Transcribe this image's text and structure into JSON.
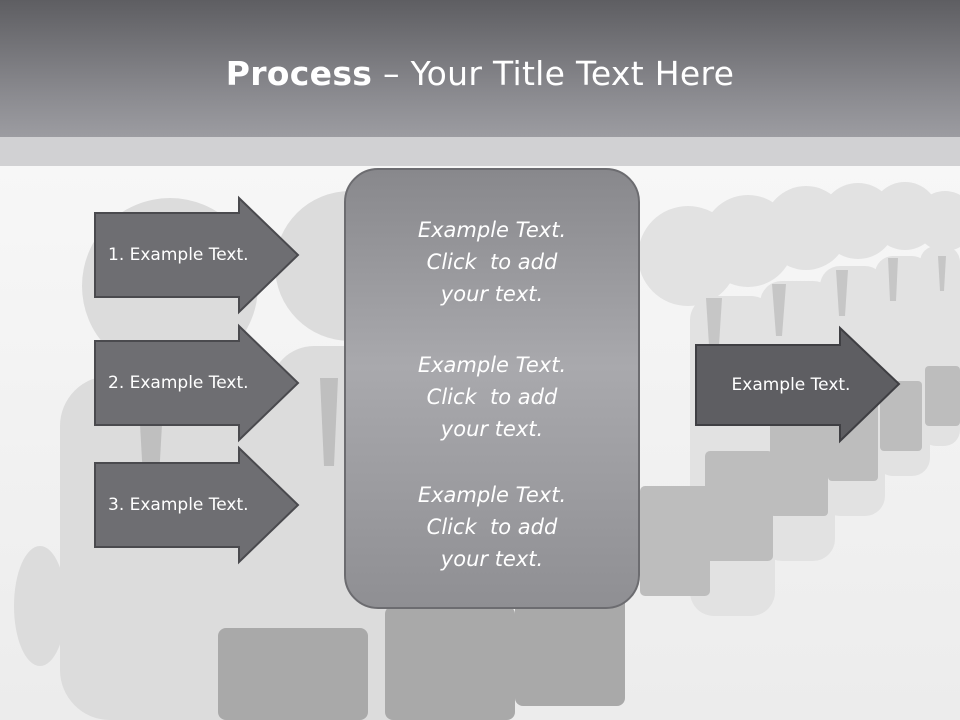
{
  "title": {
    "bold": "Process",
    "rest": " – Your Title Text Here"
  },
  "left_arrows": [
    {
      "label": "1. Example Text."
    },
    {
      "label": "2. Example Text."
    },
    {
      "label": "3. Example Text."
    }
  ],
  "right_arrow": {
    "label": "Example Text."
  },
  "center_panel": {
    "blocks": [
      {
        "lines": [
          "Example Text.",
          "Click  to add",
          "your text."
        ]
      },
      {
        "lines": [
          "Example Text.",
          "Click  to add",
          "your text."
        ]
      },
      {
        "lines": [
          "Example Text.",
          "Click  to add",
          "your text."
        ]
      }
    ]
  },
  "colors": {
    "header": "#8b8b90",
    "arrow_fill": "#6e6e72",
    "arrow_dark_fill": "#5e5e62",
    "panel_fill": "#a9a9ad"
  }
}
